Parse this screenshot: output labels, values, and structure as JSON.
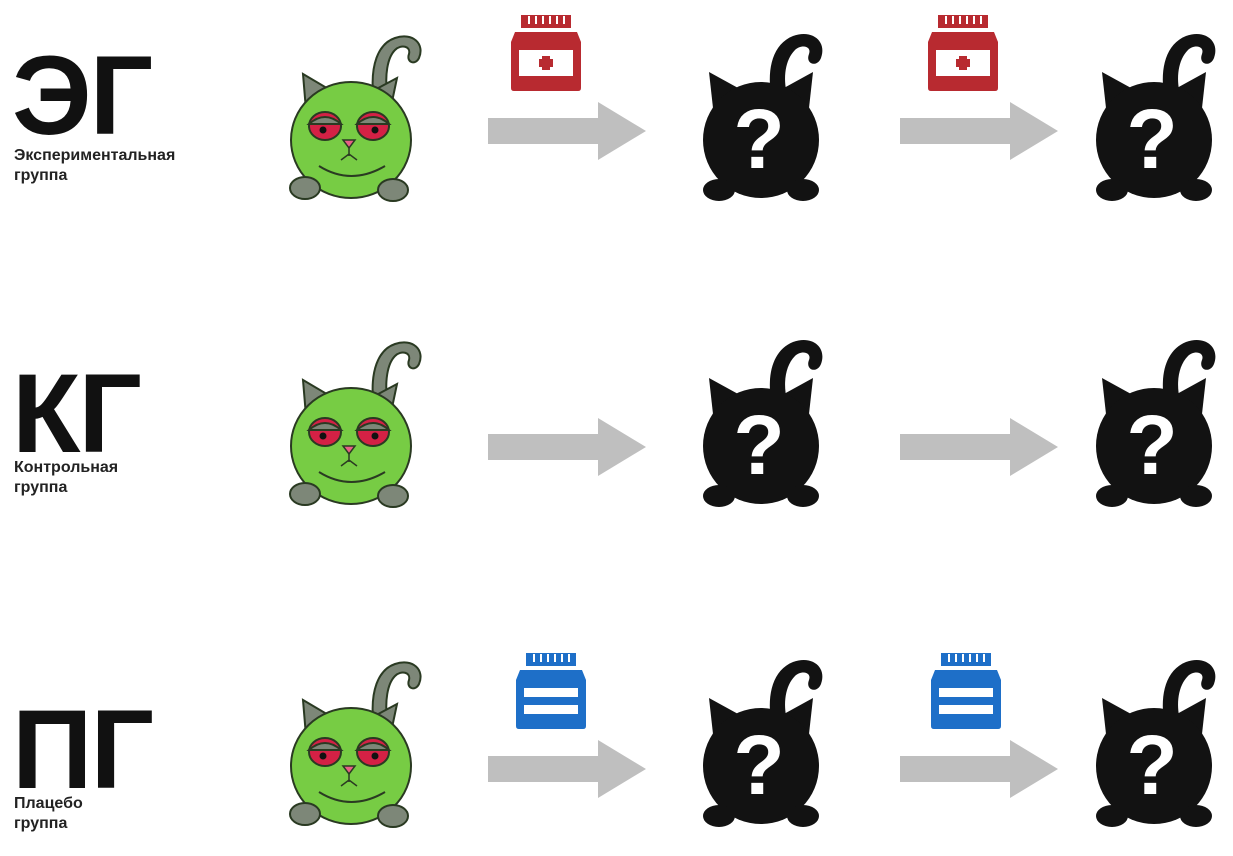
{
  "groups": [
    {
      "abbr": "ЭГ",
      "line1": "Экспериментальная",
      "line2": "группа",
      "bottle": "red"
    },
    {
      "abbr": "КГ",
      "line1": "Контрольная",
      "line2": "группа",
      "bottle": "none"
    },
    {
      "abbr": "ПГ",
      "line1": "Плацебо",
      "line2": "группа",
      "bottle": "blue"
    }
  ],
  "unknown_mark": "?",
  "colors": {
    "cat_green": "#77cc44",
    "cat_outline": "#2a3a22",
    "cat_gray": "#7d8778",
    "eye_red": "#d42145",
    "unknown_cat": "#121212",
    "arrow": "#bfbfbf",
    "bottle_red": "#b82a30",
    "bottle_blue": "#1e6fc8"
  },
  "icons": {
    "subject": "green-cat-icon",
    "unknown": "unknown-cat-question-icon",
    "transition": "right-arrow-icon",
    "medicine": "medicine-bottle-icon",
    "placebo": "placebo-bottle-icon"
  }
}
